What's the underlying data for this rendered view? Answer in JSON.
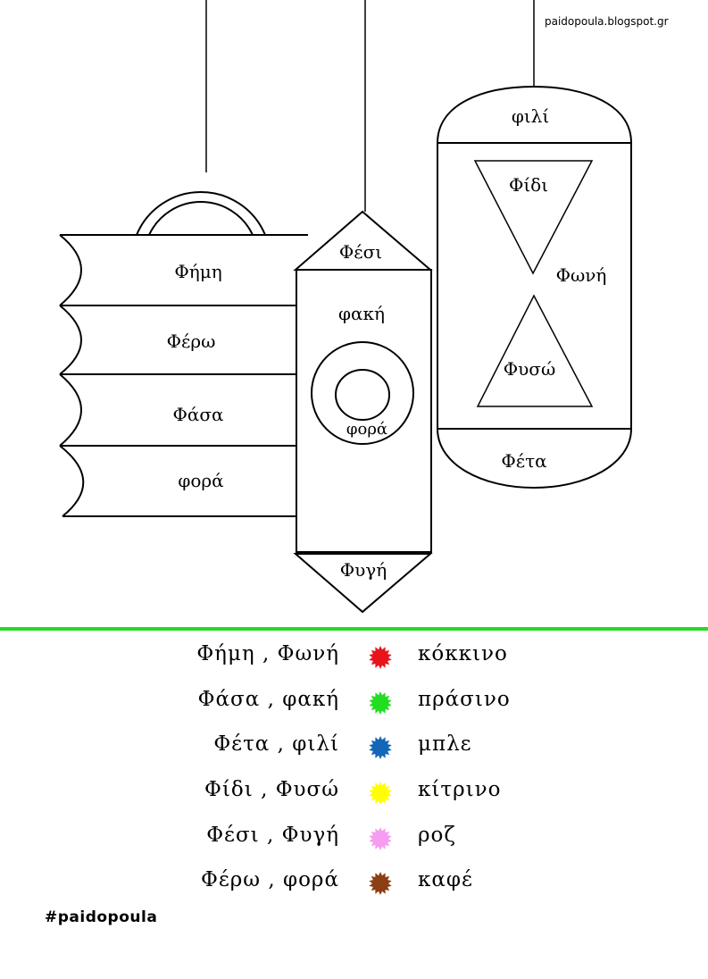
{
  "site_label": "paidopoula.blogspot.gr",
  "hashtag": "#paidopoula",
  "lanterns": {
    "ridged": {
      "rows": [
        "Φήμη",
        "Φέρω",
        "Φάσα",
        "φορά"
      ]
    },
    "hexagonal": {
      "top": "Φέσι",
      "body": "φακή",
      "circle": "φορά",
      "bottom": "Φυγή"
    },
    "capsule": {
      "top": "φιλί",
      "triangle_down": "Φίδι",
      "middle": "Φωνή",
      "triangle_up": "Φυσώ",
      "bottom": "Φέτα"
    }
  },
  "divider_color": "#22dd22",
  "legend": [
    {
      "words": "Φήμη , Φωνή",
      "color_name": "κόκκινο",
      "color": "#e8141b"
    },
    {
      "words": "Φάσα , φακή",
      "color_name": "πράσινο",
      "color": "#22dd22"
    },
    {
      "words": "Φέτα , φιλί",
      "color_name": "μπλε",
      "color": "#1466b8"
    },
    {
      "words": "Φίδι , Φυσώ",
      "color_name": "κίτρινο",
      "color": "#ffff00"
    },
    {
      "words": "Φέσι , Φυγή",
      "color_name": "ροζ",
      "color": "#f59df0"
    },
    {
      "words": "Φέρω , φορά",
      "color_name": "καφέ",
      "color": "#8b3f12"
    }
  ]
}
